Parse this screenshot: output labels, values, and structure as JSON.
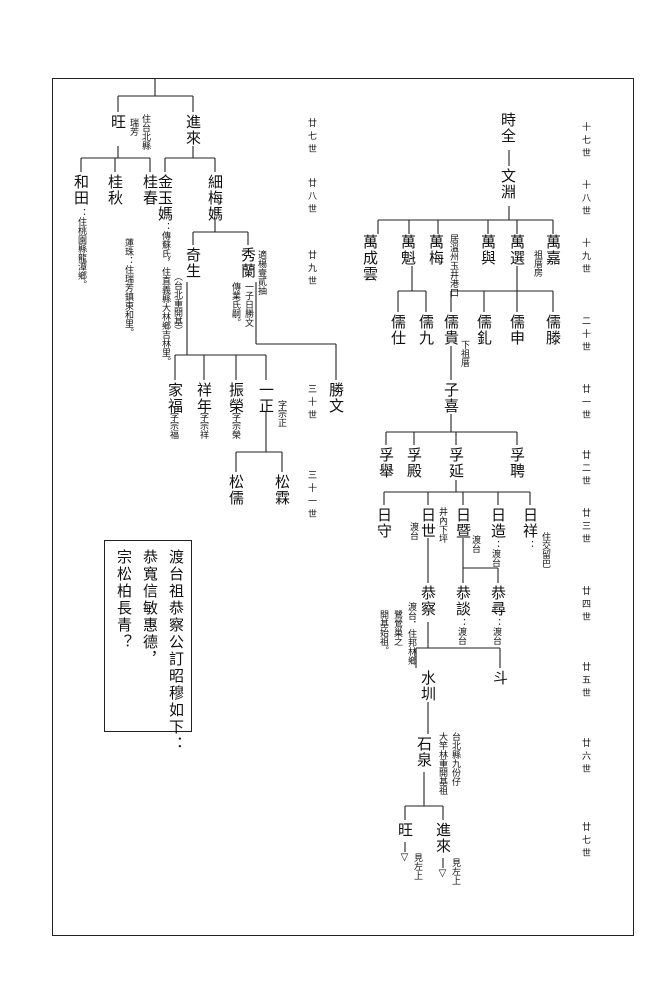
{
  "right_tree": {
    "gen17": "時全",
    "gen18": "文淵",
    "gen19": [
      "萬成雲",
      "萬魁",
      "萬梅",
      "萬與",
      "萬選",
      "萬嘉"
    ],
    "gen19_note_wanmei": "居溫州玉井港口",
    "gen19_note_wanjia": "祖厝房",
    "gen20": [
      "儒仕",
      "儒九",
      "儒貴",
      "儒釓",
      "儒申",
      "儒滕"
    ],
    "gen20_note": "下祖厝",
    "gen21": "子喜",
    "gen22": [
      "孚舉",
      "孚殿",
      "孚延",
      "孚聘"
    ],
    "gen23": [
      "日守",
      "日世",
      "日暨",
      "日造",
      "日祥"
    ],
    "gen23_note_rishi": "井內下坪",
    "gen23_note_rishi2": "渡台",
    "gen23_note_riji": "渡台",
    "gen23_note_rizao": "：渡台",
    "gen23_note_rixiang": "：",
    "gen23_note_rixiang2": "住交留巴",
    "gen24": [
      "恭察",
      "恭談",
      "恭尋"
    ],
    "gen24_note_gongcha": "渡台．住邦林鄉",
    "gen24_note_gongcha2": "鷺鶯巢之",
    "gen24_note_gongcha3": "開基始祖。",
    "gen24_note_gongtan": "：渡台",
    "gen24_note_gongxun": "：渡台",
    "gen25": [
      "水圳",
      "斗"
    ],
    "gen26": "石泉",
    "gen26_note1": "台北縣九份仔",
    "gen26_note2": "大竿林重開基祖",
    "gen27": [
      "旺",
      "進來"
    ],
    "see_left": "見左上",
    "see_left2": "見左上",
    "triangle": "▽",
    "triangle2": "▽"
  },
  "left_tree": {
    "gen27": [
      "旺",
      "進來"
    ],
    "wang_note": "住台北縣",
    "wang_note2": "瑞芳",
    "gen28": [
      "和田",
      "桂秋",
      "桂春",
      "金玉媽",
      "細梅媽"
    ],
    "hetian_note": "：住桃園縣龍潭鄉。",
    "guichun_wife": "蓮珠：住瑞芳鎮東和里。",
    "jinyu_note": "：傳蘇氏，住直義縣大林鄉吉林里。",
    "gen29": [
      "奇生",
      "秀蘭"
    ],
    "qisheng_note": "（台北重開基）",
    "xiulan_note1": "適楊壹貳抽",
    "xiulan_note2": "一子日勝文",
    "xiulan_note3": "傳業氏嗣。",
    "gen30": [
      "家福",
      "祥年",
      "振榮",
      "一正",
      "勝文"
    ],
    "gen30_style": [
      "字宗福",
      "字宗祥",
      "字宗榮",
      "字宗正"
    ],
    "gen31": [
      "松儒",
      "松霖"
    ]
  },
  "generation_labels_right": [
    "十七世",
    "十八世",
    "十九世",
    "二十世",
    "廿一世",
    "廿二世",
    "廿三世",
    "廿四世",
    "廿五世",
    "廿六世",
    "廿七世"
  ],
  "generation_labels_left": [
    "廿七世",
    "廿八世",
    "廿九世",
    "三十世",
    "三十一世"
  ],
  "verse": {
    "line1": "渡台祖恭察公訂昭穆如下：",
    "line2": "恭寬信敏惠德，",
    "line3": "宗松柏長青？"
  }
}
